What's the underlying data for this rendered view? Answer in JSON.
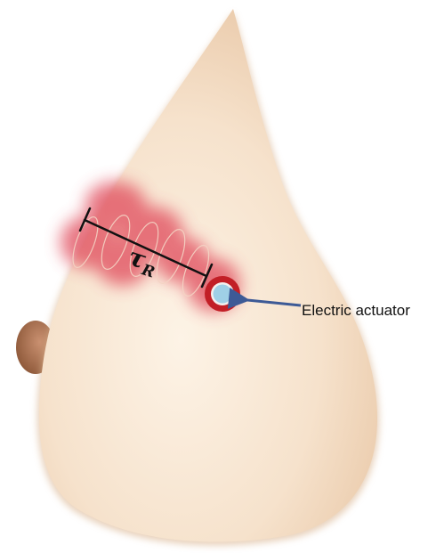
{
  "figure": {
    "range_symbol": "τ",
    "range_subscript": "R",
    "actuator_label": "Electric actuator"
  },
  "colors": {
    "background": "#ffffff",
    "prosthesis_light": "#fdf3e6",
    "prosthesis_mid": "#f4dcc3",
    "prosthesis_shadow": "#e0b995",
    "nipple": "#a9724d",
    "vibration_glow": "#e04a5a",
    "actuator_ring": "#c21f26",
    "actuator_core": "#9fd0e6",
    "arrow": "#3d5a96",
    "scale_line": "#111111"
  },
  "icons": {
    "actuator": "electric-actuator-icon",
    "arrow": "arrow-left-icon"
  }
}
